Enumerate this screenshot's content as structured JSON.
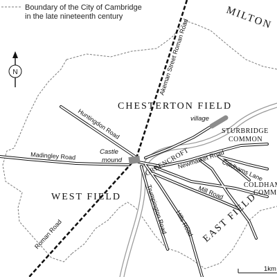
{
  "legend": {
    "line1": "Boundary of the City of Cambridge",
    "line2": "in the late nineteenth century"
  },
  "north_arrow": {
    "label": "N"
  },
  "areas": {
    "milton": "MILTON",
    "chesterton_field": "CHESTERTON FIELD",
    "west_field": "WEST  FIELD",
    "east_field": "EAST  FIELD",
    "sturbridge_line1": "STURBRIDGE",
    "sturbridge_line2": "COMMON",
    "coldham_line1": "COLDHAM",
    "coldham_line2": "COMMON",
    "greencroft": "GREENCROFT"
  },
  "roads": {
    "akeman": "Akeman Street Roman Road",
    "huntingdon": "Huntingdon Road",
    "madingley": "Madingley Road",
    "roman": "Roman Road",
    "trumpington": "Trumpington Road",
    "hills": "Hills Road",
    "mill": "Mill Road",
    "newmarket": "Newmarket Road",
    "coldhams_lane": "Coldhams Lane"
  },
  "places": {
    "castle_line1": "Castle",
    "castle_line2": "mound",
    "village": "village"
  },
  "scale": {
    "label": "1km"
  },
  "colors": {
    "ink": "#111111",
    "boundary": "#777777",
    "river": "#9a9a9a",
    "river_fill": "#ffffff",
    "settlement": "#8c8c8c"
  }
}
